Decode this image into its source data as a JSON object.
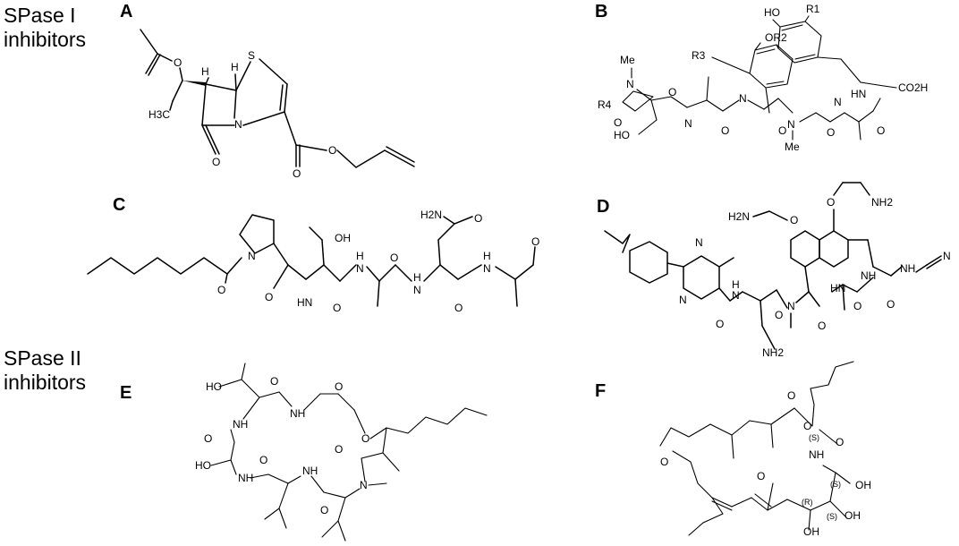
{
  "side_labels": {
    "spase1": [
      "SPase I",
      "inhibitors"
    ],
    "spase2": [
      "SPase II",
      "inhibitors"
    ]
  },
  "panels": {
    "A": {
      "label": "A",
      "atoms": {
        "H_left": "H",
        "H_right": "H",
        "S": "S",
        "O_ester": "O",
        "N": "N",
        "H3C": "H3C",
        "O_ketone": "O",
        "O_carb": "O",
        "O_allyl": "O"
      }
    },
    "B": {
      "label": "B",
      "atoms": {
        "HO": "HO",
        "R1": "R1",
        "OR2": "OR2",
        "R3": "R3",
        "Me_top": "Me",
        "N_top": "N",
        "R4": "R4",
        "O_r4": "O",
        "HO_ser": "HO",
        "N_1": "N",
        "O_1": "O",
        "N_2": "N",
        "O_2": "O",
        "N_3": "N",
        "Me_3": "Me",
        "O_3": "O",
        "N_4": "N",
        "HN_5": "HN",
        "CO2H": "CO2H",
        "O_4": "O",
        "O_5": "O"
      }
    },
    "C": {
      "label": "C",
      "atoms": {
        "N_pro": "N",
        "O_acyl": "O",
        "OH": "OH",
        "O_pro": "O",
        "HN_1": "HN",
        "O_1": "O",
        "H_2": "H",
        "N_2": "N",
        "O_2": "O",
        "H2N": "H2N",
        "O_amide": "O",
        "H_3": "H",
        "N_3": "N",
        "O_3": "O",
        "H_4": "H",
        "N_4": "N",
        "O_ald": "O"
      }
    },
    "D": {
      "label": "D",
      "atoms": {
        "N_pyr1": "N",
        "N_pyr2": "N",
        "O_amide": "O",
        "N_1": "N",
        "H_1": "H",
        "O_1": "O",
        "N_me": "N",
        "O_2": "O",
        "H2N_top": "H2N",
        "NH2_top": "NH2",
        "O_e1": "O",
        "O_e2": "O",
        "NH_1": "NH",
        "HN_2": "HN",
        "O_3": "O",
        "O_4": "O",
        "NH_3": "NH",
        "N_cn": "N",
        "NH2_bottom": "NH2"
      }
    },
    "E": {
      "label": "E",
      "atoms": {
        "HO_1": "HO",
        "O_1": "O",
        "NH_1": "NH",
        "O_2": "O",
        "O_ring": "O",
        "NH_2": "NH",
        "O_3": "O",
        "HO_2": "HO",
        "NH_3": "NH",
        "O_4": "O",
        "NH_4": "NH",
        "O_5": "O",
        "N_me": "N",
        "O_6": "O"
      }
    },
    "F": {
      "label": "F",
      "atoms": {
        "O_carb": "O",
        "O_ester": "O",
        "O_ketone": "O",
        "S1": "(S)",
        "NH": "NH",
        "O_amide": "O",
        "S2": "(S)",
        "OH_1": "OH",
        "OMe_O": "O",
        "R": "(R)",
        "S3": "(S)",
        "OH_2": "OH",
        "OH_3": "OH"
      }
    }
  }
}
